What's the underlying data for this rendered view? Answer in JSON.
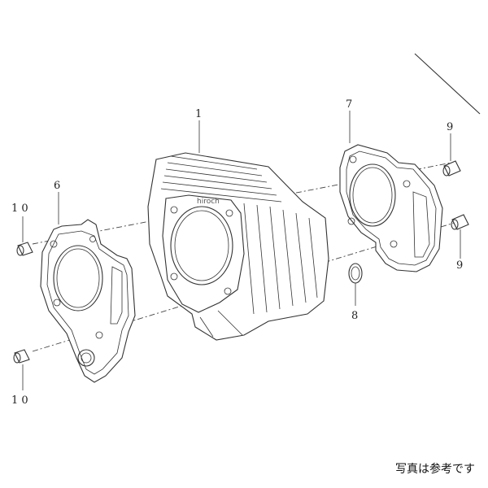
{
  "labels": {
    "part_1": "1",
    "part_6": "6",
    "part_7": "7",
    "part_8": "8",
    "part_9_top": "9",
    "part_9_bottom": "9",
    "part_10_top": "1 0",
    "part_10_bottom": "1 0"
  },
  "watermark": "hiroch",
  "caption": "写真は参考です"
}
